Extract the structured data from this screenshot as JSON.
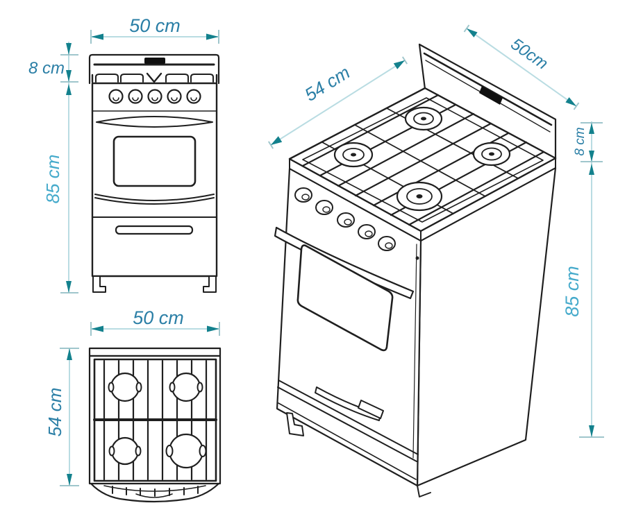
{
  "views": {
    "front": {
      "width_label": "50 cm",
      "backsplash_height_label": "8 cm",
      "height_label": "85 cm"
    },
    "top": {
      "width_label": "50 cm",
      "depth_label": "54 cm"
    },
    "isometric": {
      "depth_label": "54 cm",
      "width_label": "50cm",
      "backsplash_height_label": "8 cm",
      "height_label": "85 cm"
    }
  },
  "colors": {
    "background": "#ffffff",
    "line_art": "#1f1f1f",
    "dim_line": "#b9dce2",
    "dim_tick": "#9fc6cc",
    "dim_arrow": "#13818d",
    "dim_text": "#2b7fa6",
    "dim_text_light": "#45aacb",
    "logo_mark": "#101010"
  }
}
